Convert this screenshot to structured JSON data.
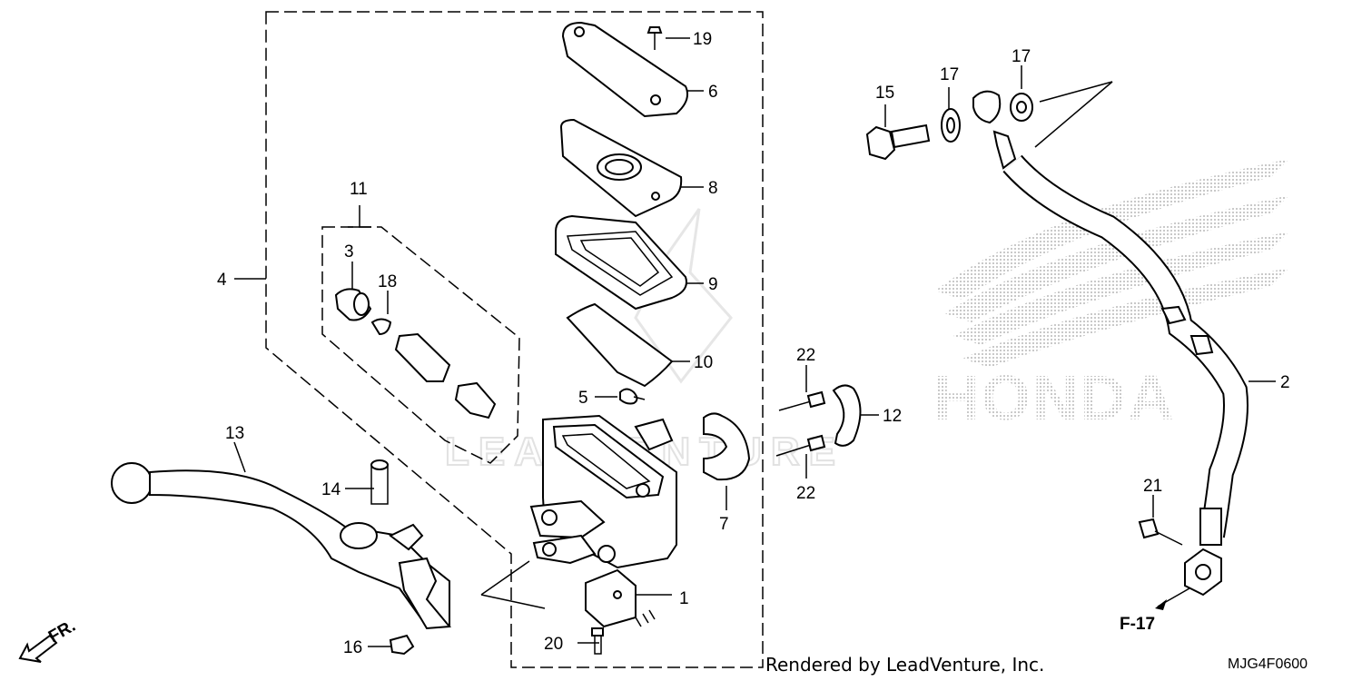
{
  "callouts": {
    "c1": "1",
    "c2": "2",
    "c3": "3",
    "c4": "4",
    "c5": "5",
    "c6": "6",
    "c7": "7",
    "c8": "8",
    "c9": "9",
    "c10": "10",
    "c11": "11",
    "c12": "12",
    "c13": "13",
    "c14": "14",
    "c15": "15",
    "c16": "16",
    "c17a": "17",
    "c17b": "17",
    "c18": "18",
    "c19": "19",
    "c20": "20",
    "c21": "21",
    "c22a": "22",
    "c22b": "22"
  },
  "ref_label": "F-17",
  "direction_label": "FR.",
  "watermark": "LEADVENTURE",
  "brand_watermark": "HONDA",
  "credit": "Rendered by LeadVenture, Inc.",
  "diagram_code": "MJG4F0600"
}
